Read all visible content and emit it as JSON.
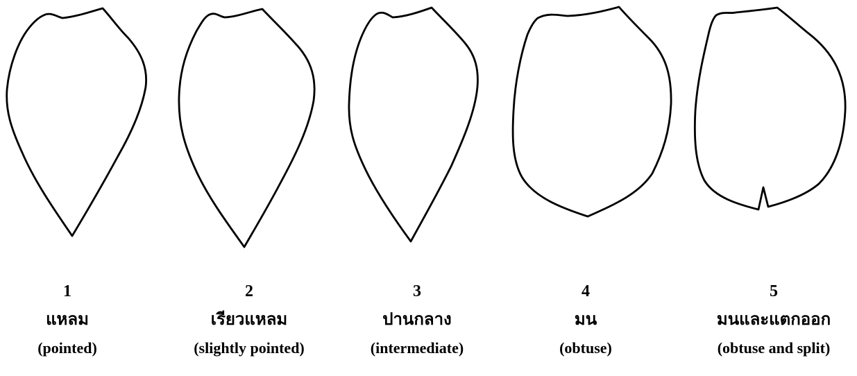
{
  "figure": {
    "items": [
      {
        "number": "1",
        "thai": "แหลม",
        "english": "(pointed)"
      },
      {
        "number": "2",
        "thai": "เรียวแหลม",
        "english": "(slightly pointed)"
      },
      {
        "number": "3",
        "thai": "ปานกลาง",
        "english": "(intermediate)"
      },
      {
        "number": "4",
        "thai": "มน",
        "english": "(obtuse)"
      },
      {
        "number": "5",
        "thai": "มนและแตกออก",
        "english": "(obtuse and split)"
      }
    ]
  }
}
